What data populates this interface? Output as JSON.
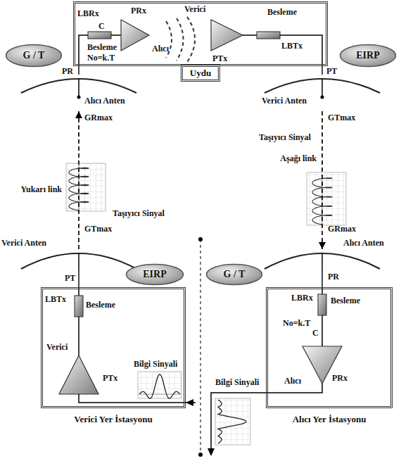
{
  "diagram": {
    "nodes": [
      {
        "text": [
          "Uydu"
        ]
      },
      {
        "text": [
          "G / T"
        ]
      },
      {
        "text": [
          "EIRP"
        ]
      },
      {
        "text": [
          "Alıcı Anten"
        ]
      },
      {
        "text": [
          "Verici Anten"
        ]
      },
      {
        "text": [
          "Verici Anten"
        ]
      },
      {
        "text": [
          "EIRP"
        ]
      },
      {
        "text": [
          "Verici Yer İstasyonu"
        ]
      },
      {
        "text": [
          "Alıcı Anten"
        ]
      },
      {
        "text": [
          "G / T"
        ]
      },
      {
        "text": [
          "Alıcı Yer İstasyonu"
        ]
      }
    ],
    "edges": [
      {
        "from": 0,
        "to": 3,
        "arrow": "none"
      },
      {
        "from": 0,
        "to": 4,
        "arrow": "none"
      },
      {
        "from": 5,
        "to": 3,
        "arrow": "to",
        "label": "Yukarı link"
      },
      {
        "from": 4,
        "to": 8,
        "arrow": "to",
        "label": "Aşağı link"
      },
      {
        "from": 7,
        "to": 5,
        "arrow": "none"
      },
      {
        "from": 8,
        "to": 10,
        "arrow": "none"
      }
    ],
    "labels": [
      "LBRx",
      "C",
      "PRx",
      "Verici",
      "Besleme",
      "Besleme",
      "No=k.T",
      "Alıcı",
      "PTx",
      "LBTx",
      "PR",
      "PT",
      "GRmax",
      "GTmax",
      "Taşıyıcı Sinyal",
      "Taşıyıcı Sinyal",
      "GTmax",
      "GRmax",
      "PT",
      "PR",
      "LBTx",
      "Besleme",
      "Verici",
      "PTx",
      "Bilgi Sinyali",
      "LBRx",
      "Besleme",
      "No=k.T",
      "C",
      "Alıcı",
      "PRx",
      "Bilgi Sinyali"
    ]
  }
}
